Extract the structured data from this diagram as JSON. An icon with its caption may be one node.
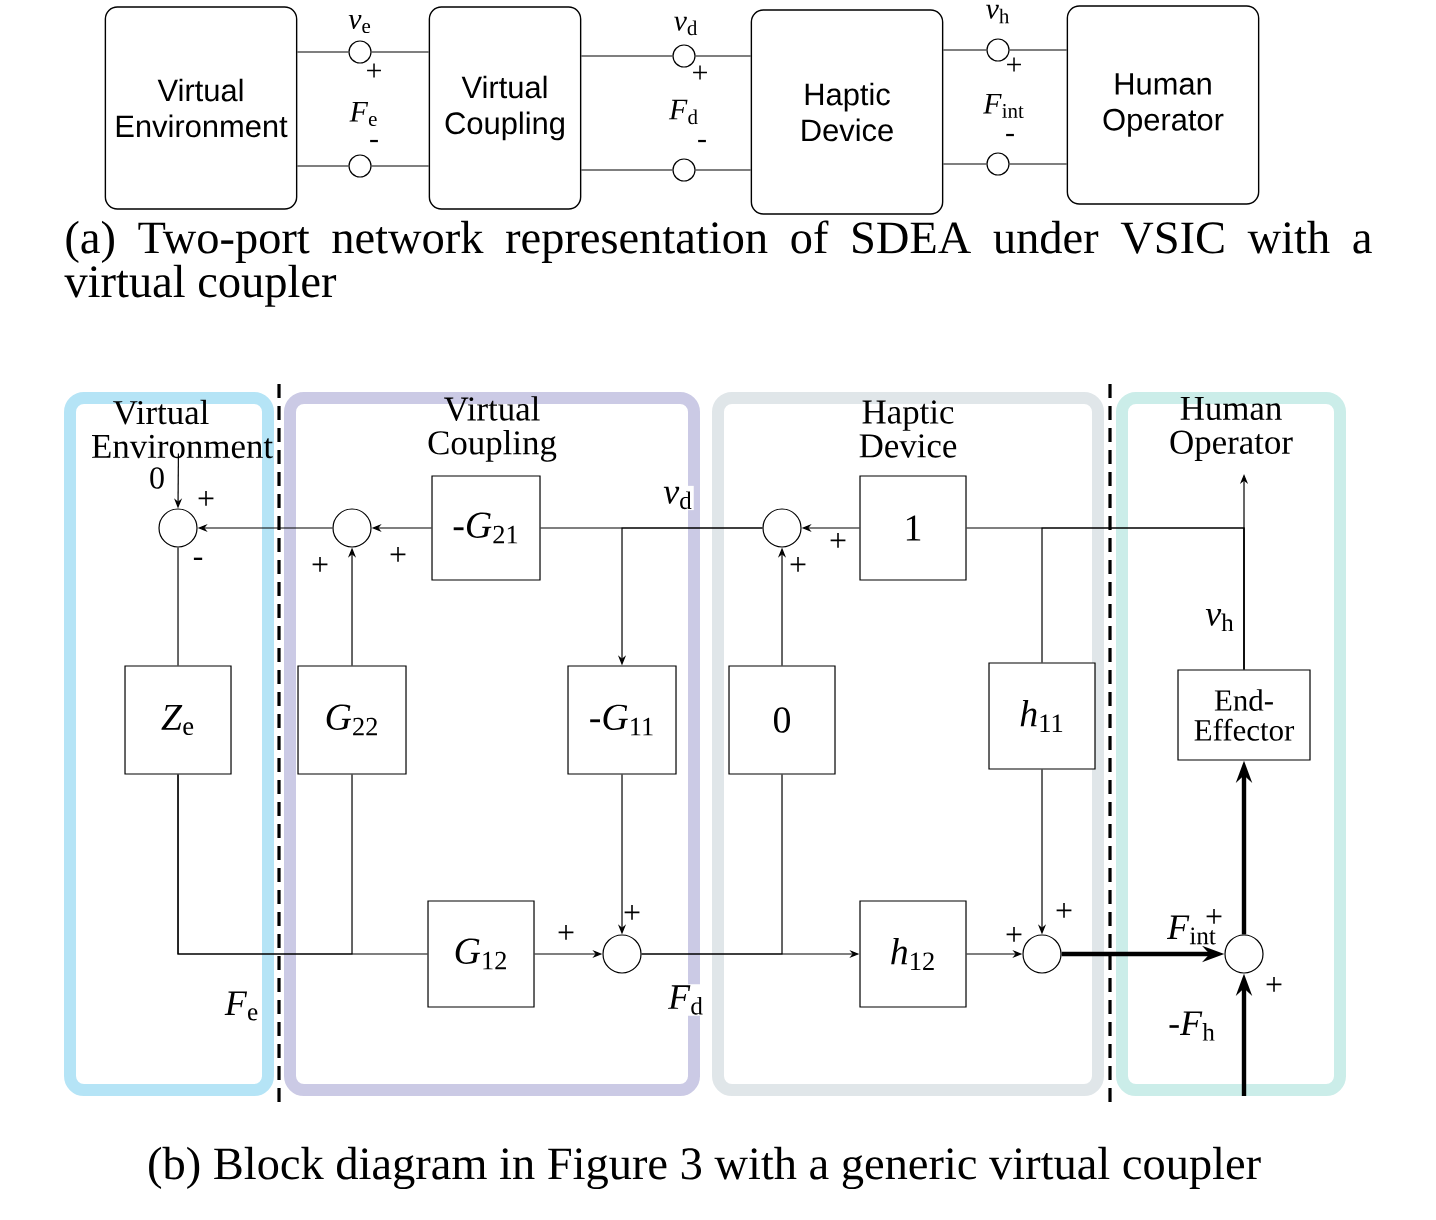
{
  "diagram": {
    "caption": "(b) Block diagram in Figure 3 with a generic virtual coupler",
    "nodes": [
      {
        "text": [
          "Virtual Environment"
        ]
      },
      {
        "text": [],
        "shape": "circle"
      },
      {
        "text": [],
        "shape": "circle"
      },
      {
        "text": [
          "Virtual Coupling"
        ]
      },
      {
        "text": [],
        "shape": "circle"
      },
      {
        "text": [],
        "shape": "circle"
      },
      {
        "text": [
          "Haptic Device"
        ]
      },
      {
        "text": [],
        "shape": "circle"
      },
      {
        "text": [],
        "shape": "circle"
      },
      {
        "text": [
          "Human Operator"
        ]
      },
      {
        "text": [
          "Virtual Environment"
        ]
      },
      {
        "text": [
          "Virtual Coupling"
        ]
      },
      {
        "text": [
          "Haptic Device"
        ]
      },
      {
        "text": [
          "Human Operator"
        ]
      },
      {
        "text": [
          "0"
        ],
        "in": 10
      },
      {
        "text": [],
        "shape": "circle",
        "in": 10
      },
      {
        "text": [
          "*Z*$_{e}$"
        ],
        "in": 10
      },
      {
        "text": [],
        "shape": "circle",
        "in": 11
      },
      {
        "text": [
          "-*G*$_{21}$"
        ],
        "in": 11
      },
      {
        "text": [
          "*G*$_{22}$"
        ],
        "in": 11
      },
      {
        "text": [
          "-*G*$_{11}$"
        ],
        "in": 11
      },
      {
        "text": [
          "*G*$_{12}$"
        ],
        "in": 11
      },
      {
        "text": [],
        "shape": "circle",
        "in": 11
      },
      {
        "text": [],
        "shape": "circle",
        "in": 12
      },
      {
        "text": [
          "1"
        ],
        "in": 12
      },
      {
        "text": [
          "0"
        ],
        "in": 12
      },
      {
        "text": [
          "*h*$_{11}$"
        ],
        "in": 12
      },
      {
        "text": [
          "*h*$_{12}$"
        ],
        "in": 12
      },
      {
        "text": [],
        "shape": "circle",
        "in": 12
      },
      {
        "text": [
          "End-Effector"
        ],
        "in": 13
      },
      {
        "text": [],
        "shape": "circle",
        "in": 13
      }
    ],
    "edges": [
      {
        "from": 0,
        "to": 1,
        "arrow": "none"
      },
      {
        "from": 1,
        "to": 3,
        "arrow": "none"
      },
      {
        "from": 0,
        "to": 2,
        "arrow": "none"
      },
      {
        "from": 2,
        "to": 3,
        "arrow": "none"
      },
      {
        "from": 3,
        "to": 4,
        "arrow": "none"
      },
      {
        "from": 4,
        "to": 6,
        "arrow": "none"
      },
      {
        "from": 3,
        "to": 5,
        "arrow": "none"
      },
      {
        "from": 5,
        "to": 6,
        "arrow": "none"
      },
      {
        "from": 6,
        "to": 7,
        "arrow": "none"
      },
      {
        "from": 7,
        "to": 9,
        "arrow": "none"
      },
      {
        "from": 6,
        "to": 8,
        "arrow": "none"
      },
      {
        "from": 8,
        "to": 9,
        "arrow": "none"
      },
      {
        "from": 14,
        "to": 15,
        "arrow": "to"
      },
      {
        "from": 18,
        "to": 17,
        "arrow": "to"
      },
      {
        "from": 19,
        "to": 17,
        "arrow": "to"
      },
      {
        "from": 17,
        "to": 15,
        "arrow": "to"
      },
      {
        "from": 15,
        "to": 16,
        "arrow": "none"
      },
      {
        "from": 16,
        "to": 21,
        "arrow": "none",
        "label": "*F*$_{e}$"
      },
      {
        "from": 16,
        "to": 19,
        "arrow": "none"
      },
      {
        "from": 21,
        "to": 22,
        "arrow": "to"
      },
      {
        "from": 20,
        "to": 22,
        "arrow": "to"
      },
      {
        "from": 23,
        "to": 18,
        "arrow": "none",
        "label": "*v*$_{d}$"
      },
      {
        "from": 23,
        "to": 20,
        "arrow": "to"
      },
      {
        "from": 24,
        "to": 23,
        "arrow": "to"
      },
      {
        "from": 25,
        "to": 23,
        "arrow": "to"
      },
      {
        "from": 22,
        "to": 27,
        "arrow": "to",
        "label": "*F*$_{d}$"
      },
      {
        "from": 22,
        "to": 25,
        "arrow": "none"
      },
      {
        "from": 29,
        "to": 24,
        "arrow": "none"
      },
      {
        "from": 29,
        "to": 26,
        "arrow": "none"
      },
      {
        "from": 29,
        "to": null,
        "arrow": "to",
        "label": "*v*$_{h}$"
      },
      {
        "from": 26,
        "to": 28,
        "arrow": "to"
      },
      {
        "from": 27,
        "to": 28,
        "arrow": "to"
      },
      {
        "from": 28,
        "to": 30,
        "arrow": "to",
        "style": "thick",
        "label": "*F*$_{int}$"
      },
      {
        "from": 30,
        "to": 29,
        "arrow": "to",
        "style": "thick"
      },
      {
        "from": null,
        "to": 30,
        "arrow": "to",
        "style": "thick",
        "label": "-*F*$_{h}$"
      }
    ],
    "labels": [
      "*v*$_{e}$",
      "+",
      "*F*$_{e}$",
      "-",
      "*v*$_{d}$",
      "+",
      "*F*$_{d}$",
      "-",
      "*v*$_{h}$",
      "+",
      "*F*$_{int}$",
      "-",
      "(a) Two-port network representation of SDEA under VSIC with a virtual coupler",
      "+",
      "-",
      "+",
      "+",
      "+",
      "+",
      "+",
      "+",
      "+",
      "+",
      "+",
      "+"
    ]
  }
}
